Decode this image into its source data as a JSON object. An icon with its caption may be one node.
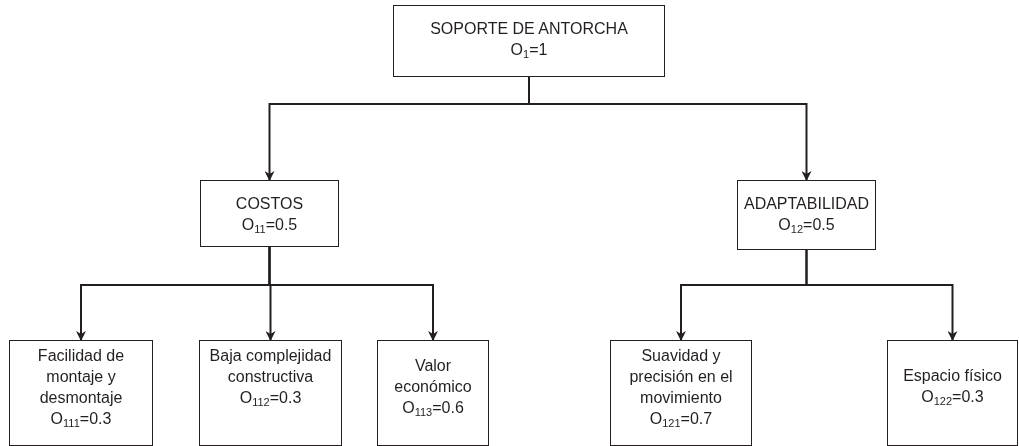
{
  "diagram": {
    "nodes": [
      {
        "text": [
          "SOPORTE DE ANTORCHA",
          "O$_{1}$=1"
        ]
      },
      {
        "text": [
          "COSTOS",
          "O$_{11}$=0.5"
        ]
      },
      {
        "text": [
          "ADAPTABILIDAD",
          "O$_{12}$=0.5"
        ]
      },
      {
        "text": [
          "Facilidad de montaje y desmontaje",
          "O$_{111}$=0.3"
        ]
      },
      {
        "text": [
          "Baja complejidad constructiva",
          "O$_{112}$=0.3"
        ]
      },
      {
        "text": [
          "Valor económico",
          "O$_{113}$=0.6"
        ]
      },
      {
        "text": [
          "Suavidad y precisión en el movimiento",
          "O$_{121}$=0.7"
        ]
      },
      {
        "text": [
          "Espacio físico",
          "O$_{122}$=0.3"
        ]
      }
    ],
    "edges": [
      {
        "from": 0,
        "to": 1,
        "arrow": "to"
      },
      {
        "from": 0,
        "to": 2,
        "arrow": "to"
      },
      {
        "from": 1,
        "to": 3,
        "arrow": "to"
      },
      {
        "from": 1,
        "to": 4,
        "arrow": "to"
      },
      {
        "from": 1,
        "to": 5,
        "arrow": "to"
      },
      {
        "from": 2,
        "to": 6,
        "arrow": "to"
      },
      {
        "from": 2,
        "to": 7,
        "arrow": "to"
      }
    ]
  }
}
